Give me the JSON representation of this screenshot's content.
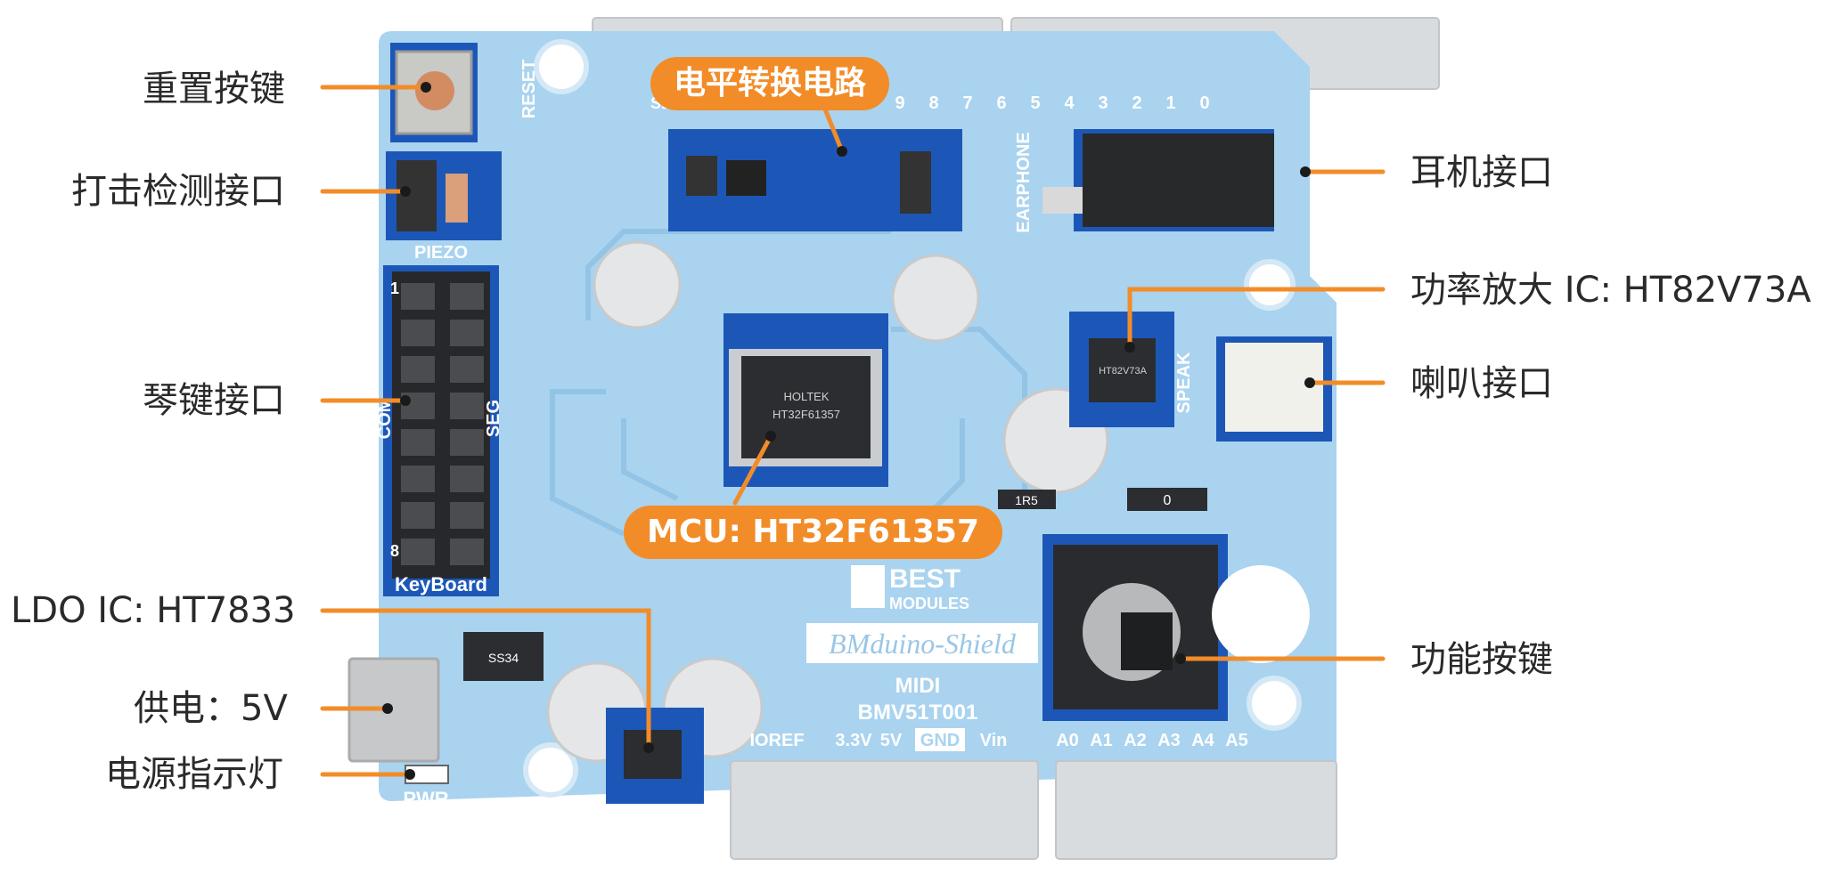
{
  "callouts": {
    "reset_button": "重置按键",
    "piezo_port": "打击检测接口",
    "keyboard_port": "琴键接口",
    "ldo": "LDO IC: HT7833",
    "power_supply": "供电：5V",
    "power_led": "电源指示灯",
    "earphone_port": "耳机接口",
    "amp_ic": "功率放大 IC: HT82V73A",
    "speaker_port": "喇叭接口",
    "function_key": "功能按键",
    "level_shift": "电平转换电路",
    "mcu": "MCU: HT32F61357"
  },
  "board": {
    "brand_line1": "BEST",
    "brand_line2": "MODULES",
    "product_name": "BMduino-Shield",
    "product_sub": "MIDI",
    "product_code": "BMV51T001",
    "silk_reset": "RESET",
    "silk_piezo": "PIEZO",
    "silk_keyboard": "KeyBoard",
    "silk_com": "COM",
    "silk_seg": "SEG",
    "silk_pwr": "PWR",
    "silk_earphone": "EARPHONE",
    "silk_speak": "SPEAK",
    "silk_sda": "SDA",
    "digital_pins": [
      "9",
      "8",
      "7",
      "6",
      "5",
      "4",
      "3",
      "2",
      "1",
      "0"
    ],
    "power_pins": [
      "IOREF",
      "3.3V",
      "5V",
      "GND",
      "Vin"
    ],
    "analog_pins": [
      "A0",
      "A1",
      "A2",
      "A3",
      "A4",
      "A5"
    ],
    "chip_mark_mcu": [
      "HOLTEK",
      "HT32F61357"
    ],
    "chip_mark_amp": [
      "HT82V73A"
    ],
    "res_1r5": "1R5",
    "res_0": "0",
    "ss34": "SS34",
    "pin_1": "1",
    "pin_8": "8"
  },
  "colors": {
    "board": "#a9d3ef",
    "pad_blue": "#1c57b8",
    "accent": "#f28c28",
    "label_text": "#2a2a2a"
  }
}
